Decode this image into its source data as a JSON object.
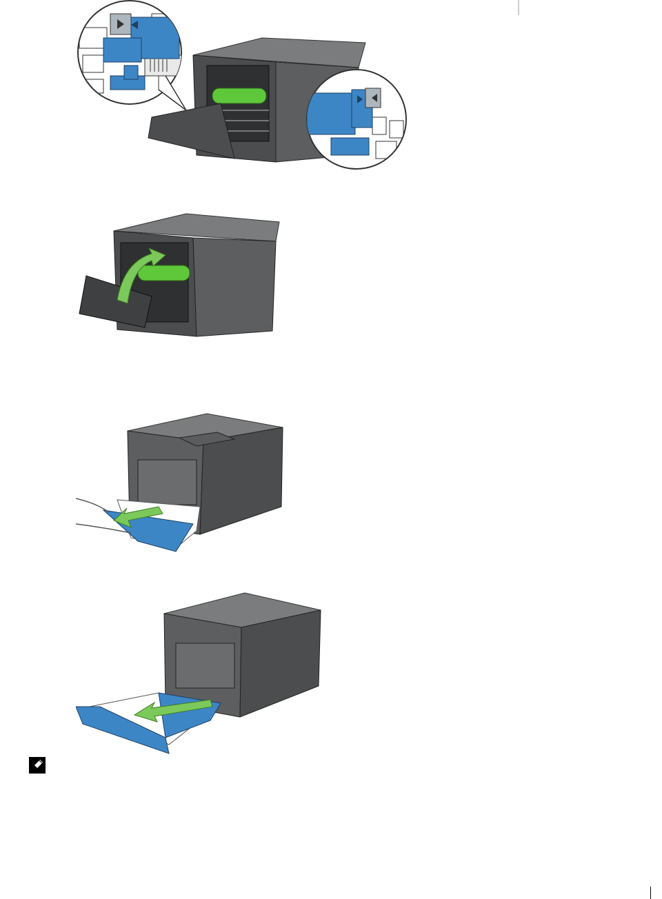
{
  "page": {
    "background": "#ffffff",
    "figures": [
      {
        "name": "figure-lock-levers",
        "icon": "printer-rear-cover-open-zoom-levers"
      },
      {
        "name": "figure-close-rear-cover",
        "icon": "printer-rear-cover-close-arrow"
      },
      {
        "name": "figure-pull-tray",
        "icon": "printer-front-pull-tray"
      },
      {
        "name": "figure-remove-paper",
        "icon": "paper-tray-remove-paper"
      }
    ],
    "note": {
      "icon": "pencil-note-icon"
    },
    "colors": {
      "printer_body": "#5c5e60",
      "printer_dark": "#3a3b3c",
      "printer_top": "#7a7c7e",
      "tray_blue": "#3d86c6",
      "green_roller": "#5ec83a",
      "arrow_green": "#7bc95a"
    }
  }
}
